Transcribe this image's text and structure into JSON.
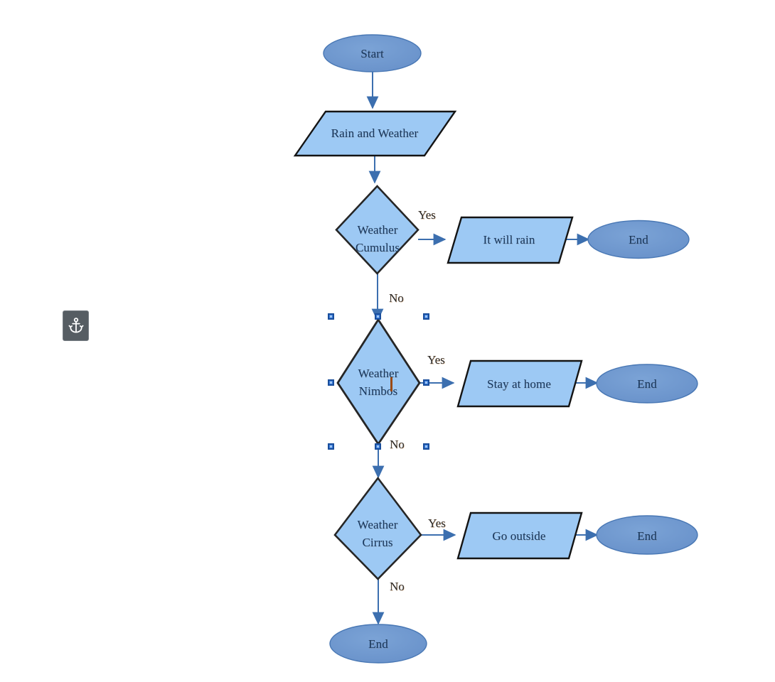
{
  "app": {
    "canvas_background": "#ffffff",
    "selected_shape": "Weather Nimbos"
  },
  "palette": {
    "terminator_fill": "#6A94CF",
    "terminator_stroke": "#4877B4",
    "process_fill": "#9DC9F4",
    "process_stroke": "#1a1a1a",
    "decision_fill": "#9DC9F4",
    "decision_stroke": "#262626",
    "connector": "#3C6FAF",
    "label_text": "#17375E",
    "edge_label_text": "#2d2d2d",
    "handle_fill": "#3b7ddd",
    "handle_stroke": "#1b4f9c",
    "caret": "#9a4a12",
    "anchor_badge_bg": "#565d63"
  },
  "nodes": [
    {
      "id": "start",
      "type": "terminator",
      "label": "Start"
    },
    {
      "id": "input",
      "type": "process",
      "label": "Rain and Weather"
    },
    {
      "id": "decision1",
      "type": "decision",
      "label": "Weather\nCumulus"
    },
    {
      "id": "action1",
      "type": "process",
      "label": "It will rain"
    },
    {
      "id": "end1",
      "type": "terminator",
      "label": "End"
    },
    {
      "id": "decision2",
      "type": "decision",
      "label": "Weather\nNimbos"
    },
    {
      "id": "action2",
      "type": "process",
      "label": "Stay at home"
    },
    {
      "id": "end2",
      "type": "terminator",
      "label": "End"
    },
    {
      "id": "decision3",
      "type": "decision",
      "label": "Weather\nCirrus"
    },
    {
      "id": "action3",
      "type": "process",
      "label": "Go outside"
    },
    {
      "id": "end3",
      "type": "terminator",
      "label": "End"
    },
    {
      "id": "end4",
      "type": "terminator",
      "label": "End"
    }
  ],
  "node_text": {
    "start": "Start",
    "input": "Rain and Weather",
    "decision1_line1": "Weather",
    "decision1_line2": "Cumulus",
    "action1": "It will rain",
    "end1": "End",
    "decision2_line1": "Weather",
    "decision2_line2": "Nimbos",
    "action2": "Stay at home",
    "end2": "End",
    "decision3_line1": "Weather",
    "decision3_line2": "Cirrus",
    "action3": "Go outside",
    "end3": "End",
    "end4": "End"
  },
  "edge_labels": {
    "d1_yes": "Yes",
    "d1_no": "No",
    "d2_yes": "Yes",
    "d2_no": "No",
    "d3_yes": "Yes",
    "d3_no": "No"
  },
  "icons": {
    "anchor": "anchor-icon"
  }
}
